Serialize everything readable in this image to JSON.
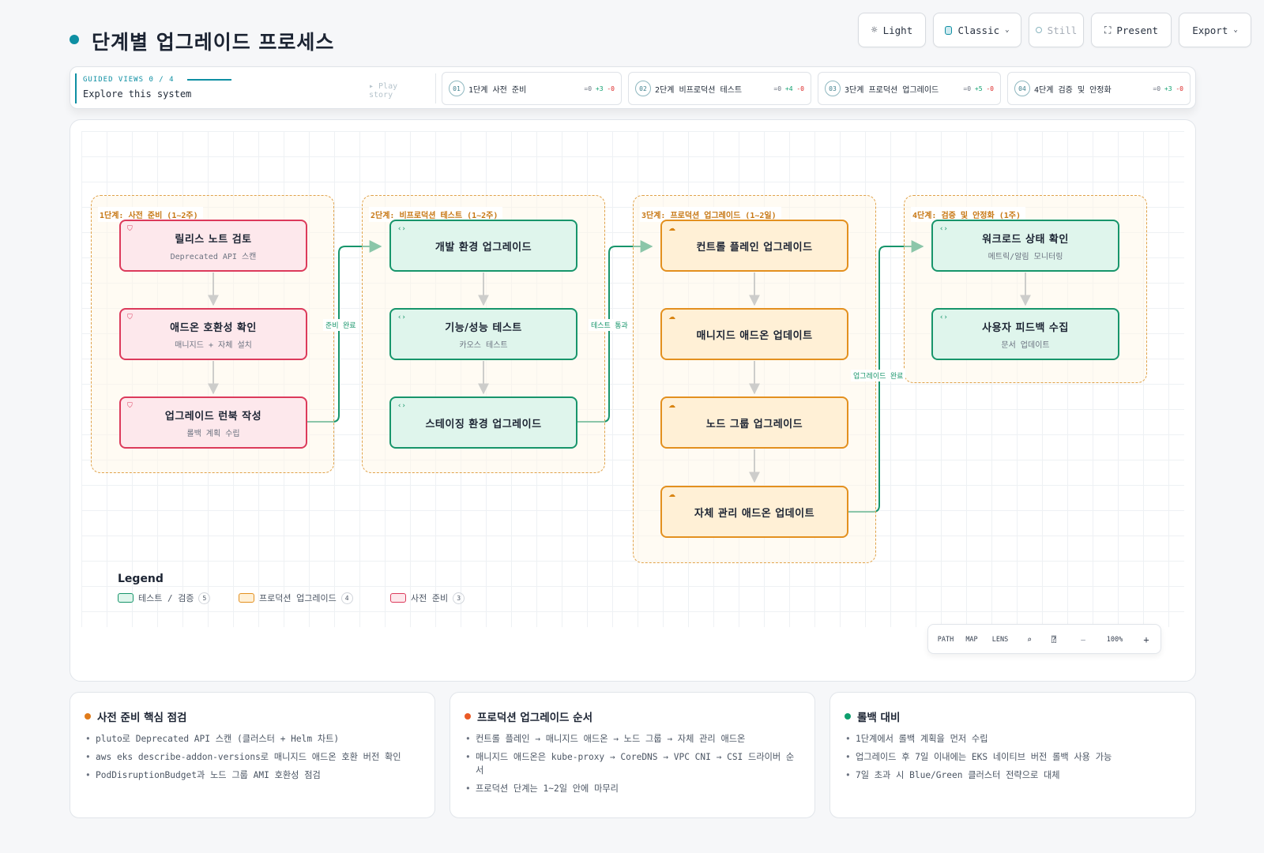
{
  "page": {
    "title": "단계별 업그레이드 프로세스"
  },
  "toolbar_top": {
    "theme": "Light",
    "style": "Classic",
    "motion": "Still",
    "present": "Present",
    "export": "Export"
  },
  "guided": {
    "kicker": "GUIDED VIEWS 0 / 4",
    "subtitle": "Explore this system",
    "play": "▸ Play story",
    "steps": [
      {
        "num": "01",
        "label": "1단계 사전 준비",
        "eq": "=0",
        "plus": "+3",
        "minus": "-0"
      },
      {
        "num": "02",
        "label": "2단계 비프로덕션 테스트",
        "eq": "=0",
        "plus": "+4",
        "minus": "-0"
      },
      {
        "num": "03",
        "label": "3단계 프로덕션 업그레이드",
        "eq": "=0",
        "plus": "+5",
        "minus": "-0"
      },
      {
        "num": "04",
        "label": "4단계 검증 및 안정화",
        "eq": "=0",
        "plus": "+3",
        "minus": "-0"
      }
    ]
  },
  "diagram": {
    "groups": [
      {
        "label": "1단계: 사전 준비 (1~2주)"
      },
      {
        "label": "2단계: 비프로덕션 테스트 (1~2주)"
      },
      {
        "label": "3단계: 프로덕션 업그레이드 (1~2일)"
      },
      {
        "label": "4단계: 검증 및 안정화 (1주)"
      }
    ],
    "nodes": [
      {
        "title": "릴리스 노트 검토",
        "sub": "Deprecated API 스캔",
        "kind": "prep"
      },
      {
        "title": "애드온 호환성 확인",
        "sub": "매니지드 + 자체 설치",
        "kind": "prep"
      },
      {
        "title": "업그레이드 런북 작성",
        "sub": "롤백 계획 수립",
        "kind": "prep"
      },
      {
        "title": "개발 환경 업그레이드",
        "sub": "",
        "kind": "test"
      },
      {
        "title": "기능/성능 테스트",
        "sub": "카오스 테스트",
        "kind": "test"
      },
      {
        "title": "스테이징 환경 업그레이드",
        "sub": "",
        "kind": "test"
      },
      {
        "title": "컨트롤 플레인 업그레이드",
        "sub": "",
        "kind": "prod"
      },
      {
        "title": "매니지드 애드온 업데이트",
        "sub": "",
        "kind": "prod"
      },
      {
        "title": "노드 그룹 업그레이드",
        "sub": "",
        "kind": "prod"
      },
      {
        "title": "자체 관리 애드온 업데이트",
        "sub": "",
        "kind": "prod"
      },
      {
        "title": "워크로드 상태 확인",
        "sub": "메트릭/알림 모니터링",
        "kind": "test"
      },
      {
        "title": "사용자 피드백 수집",
        "sub": "문서 업데이트",
        "kind": "test"
      }
    ],
    "edge_labels": [
      "준비 완료",
      "테스트 통과",
      "업그레이드 완료"
    ],
    "colors": {
      "prep_border": "#dc3a5b",
      "test_border": "#17956b",
      "prod_border": "#e3901f",
      "edge_grey": "#9aa3ae",
      "edge_green": "#17956b"
    }
  },
  "legend": {
    "title": "Legend",
    "items": [
      {
        "label": "테스트 / 검증",
        "count": "5"
      },
      {
        "label": "프로덕션 업그레이드",
        "count": "4"
      },
      {
        "label": "사전 준비",
        "count": "3"
      }
    ]
  },
  "canvas_toolbar": {
    "path": "PATH",
    "map": "MAP",
    "lens": "LENS",
    "zoom_out": "−",
    "zoom": "100%",
    "zoom_in": "+",
    "icons": [
      "search-icon",
      "help-icon"
    ]
  },
  "cards": [
    {
      "title": "사전 준비 핵심 점검",
      "dot": "#e07b1a",
      "items": [
        "pluto로 Deprecated API 스캔 (클러스터 + Helm 차트)",
        "aws eks describe-addon-versions로 매니지드 애드온 호환 버전 확인",
        "PodDisruptionBudget과 노드 그룹 AMI 호환성 점검"
      ]
    },
    {
      "title": "프로덕션 업그레이드 순서",
      "dot": "#ea5a25",
      "items": [
        "컨트롤 플레인 → 매니지드 애드온 → 노드 그룹 → 자체 관리 애드온",
        "매니지드 애드온은 kube-proxy → CoreDNS → VPC CNI → CSI 드라이버 순서",
        "프로덕션 단계는 1~2일 안에 마무리"
      ]
    },
    {
      "title": "롤백 대비",
      "dot": "#0e9f6e",
      "items": [
        "1단계에서 롤백 계획을 먼저 수립",
        "업그레이드 후 7일 이내에는 EKS 네이티브 버전 롤백 사용 가능",
        "7일 초과 시 Blue/Green 클러스터 전략으로 대체"
      ]
    }
  ]
}
